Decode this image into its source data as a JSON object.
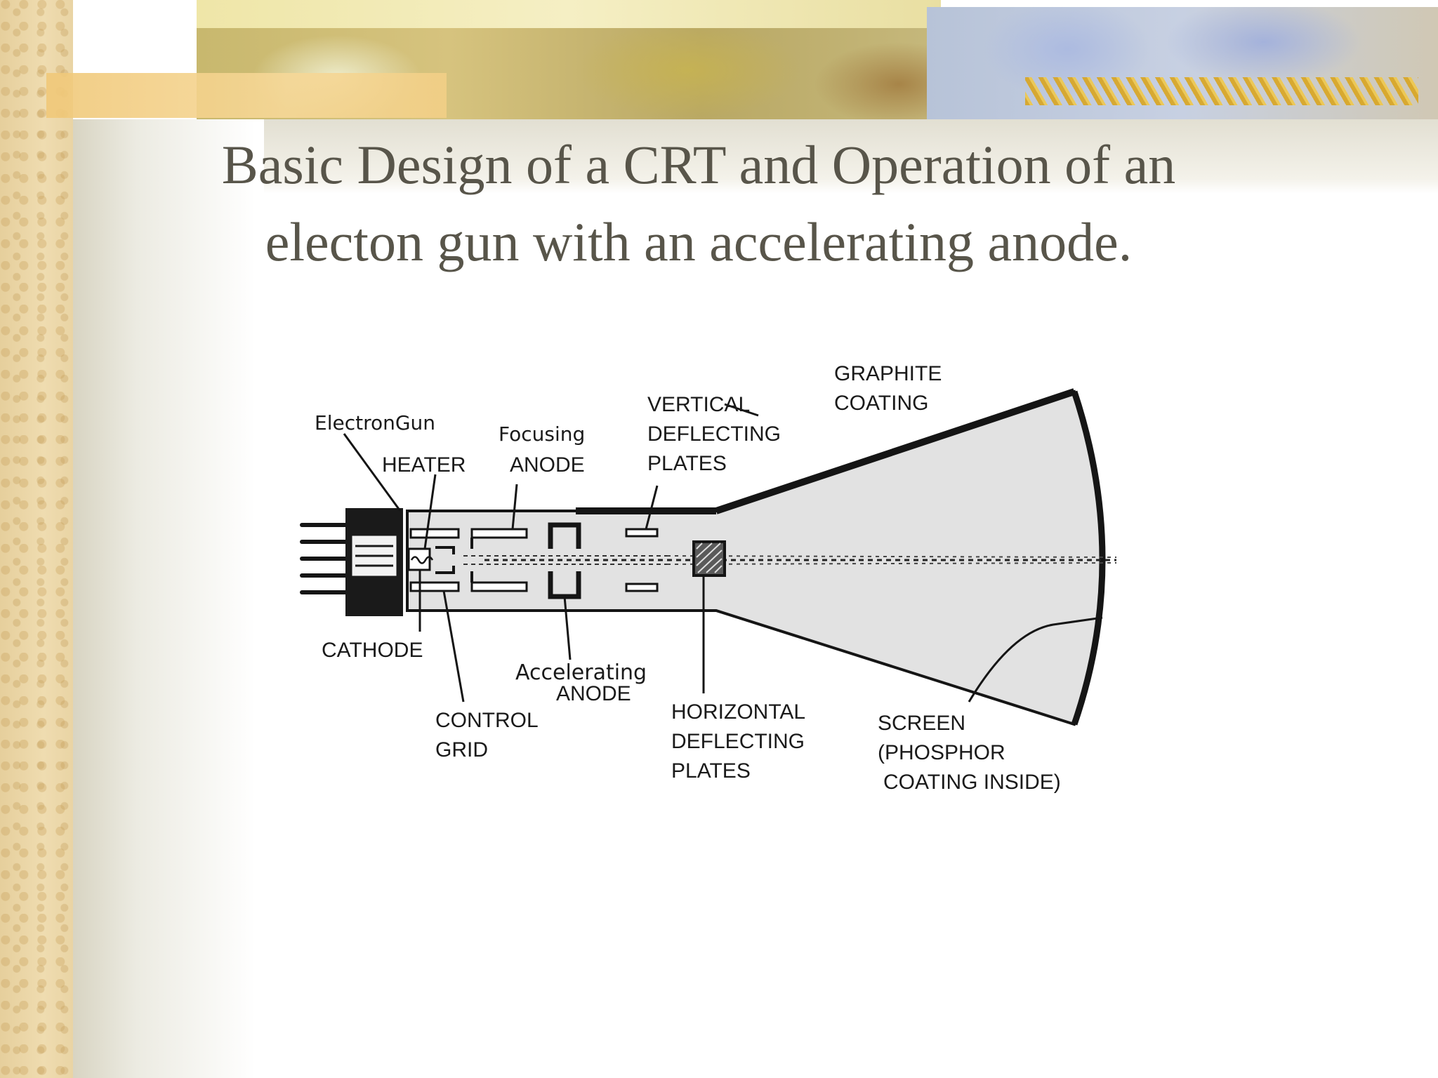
{
  "slide": {
    "title_line1": "Basic Design of a CRT and Operation of an",
    "title_line2": "electon gun with an accelerating anode."
  },
  "diagram": {
    "labels": {
      "electron_gun": "ElectronGun",
      "heater": "HEATER",
      "focusing": "Focusing",
      "focusing_anode": "ANODE",
      "vertical_1": "VERTICAL",
      "vertical_2": "DEFLECTING",
      "vertical_3": "PLATES",
      "graphite_1": "GRAPHITE",
      "graphite_2": "COATING",
      "cathode": "CATHODE",
      "accelerating": "Accelerating",
      "accelerating_anode": "ANODE",
      "control_1": "CONTROL",
      "control_2": "GRID",
      "horizontal_1": "HORIZONTAL",
      "horizontal_2": "DEFLECTING",
      "horizontal_3": "PLATES",
      "screen_1": "SCREEN",
      "screen_2": "(PHOSPHOR",
      "screen_3": "COATING INSIDE)"
    }
  }
}
